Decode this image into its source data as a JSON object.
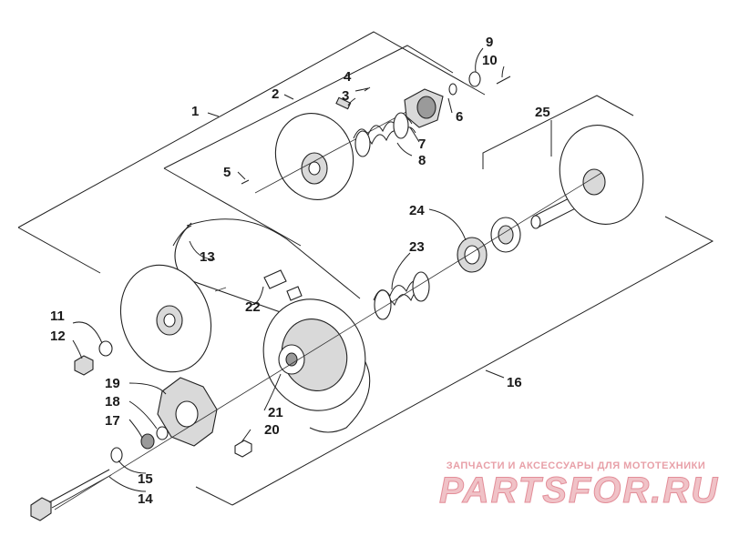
{
  "diagram": {
    "callouts": {
      "c1": "1",
      "c2": "2",
      "c3": "3",
      "c4": "4",
      "c5": "5",
      "c6": "6",
      "c7": "7",
      "c8": "8",
      "c9": "9",
      "c10": "10",
      "c11": "11",
      "c12": "12",
      "c13": "13",
      "c14": "14",
      "c15": "15",
      "c16": "16",
      "c17": "17",
      "c18": "18",
      "c19": "19",
      "c20": "20",
      "c21": "21",
      "c22": "22",
      "c23": "23",
      "c24": "24",
      "c25": "25"
    }
  },
  "watermark": {
    "tagline": "ЗАПЧАСТИ И АКСЕССУАРЫ ДЛЯ МОТОТЕХНИКИ",
    "logo": "PARTSFOR.RU"
  }
}
